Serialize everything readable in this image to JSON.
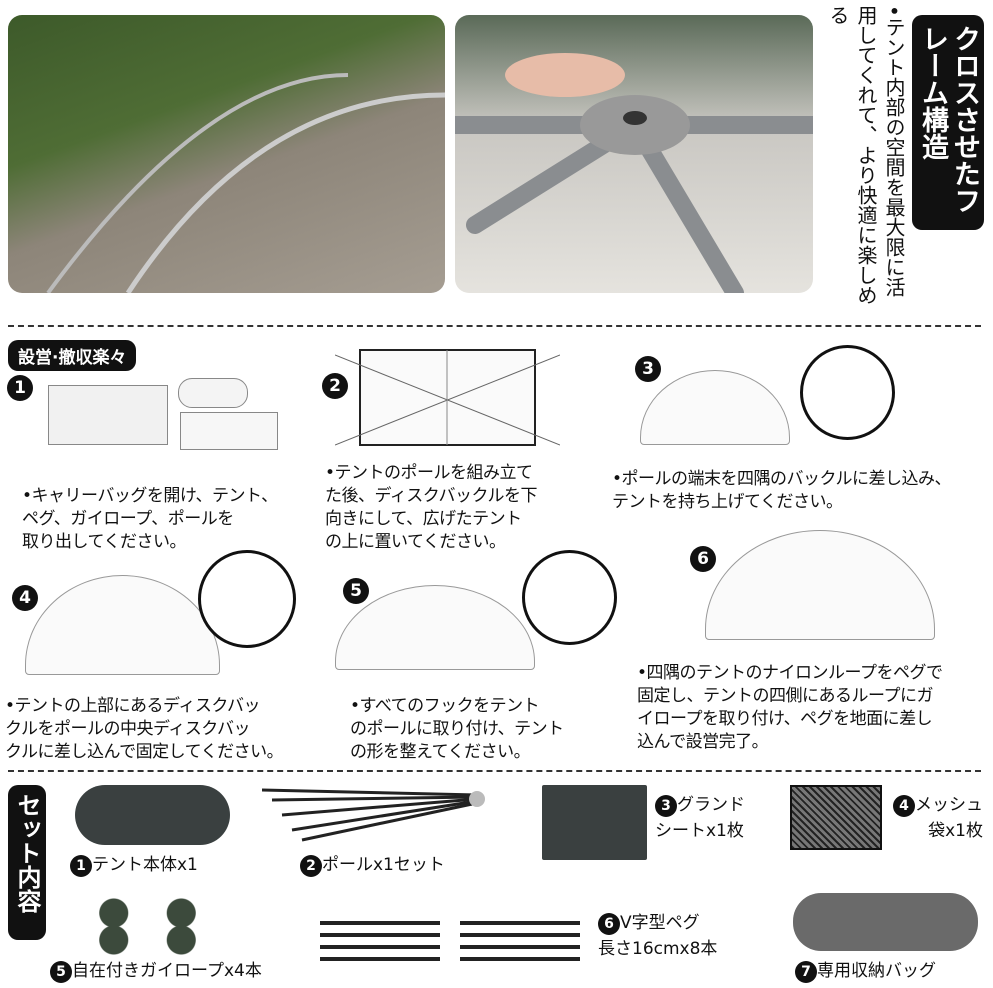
{
  "feature": {
    "title": "クロスさせたフレーム構造",
    "description": "•テント内部の空間を最大限に活用してくれて、より快適に楽しめる"
  },
  "setup": {
    "label": "設営·撤収楽々",
    "steps": [
      {
        "number": "1",
        "text": "•キャリーバッグを開け、テント、\nペグ、ガイロープ、ポールを\n取り出してください。"
      },
      {
        "number": "2",
        "text": "•テントのポールを組み立て\nた後、ディスクバックルを下\n向きにして、広げたテント\nの上に置いてください。"
      },
      {
        "number": "3",
        "text": "•ポールの端末を四隅のバックルに差し込み、\nテントを持ち上げてください。"
      },
      {
        "number": "4",
        "text": "•テントの上部にあるディスクバッ\nクルをポールの中央ディスクバッ\nクルに差し込んで固定してください。"
      },
      {
        "number": "5",
        "text": "•すべてのフックをテント\nのポールに取り付け、テント\nの形を整えてください。"
      },
      {
        "number": "6",
        "text": "•四隅のテントのナイロンループをペグで\n固定し、テントの四側にあるループにガ\nイロープを取り付け、ペグを地面に差し\n込んで設営完了。"
      }
    ]
  },
  "contents": {
    "label": "セット内容",
    "items": [
      {
        "number": "1",
        "text": "テント本体x1"
      },
      {
        "number": "2",
        "text": "ポールx1セット"
      },
      {
        "number": "3",
        "text": "グランド\nシートx1枚"
      },
      {
        "number": "4",
        "text": "メッシュ\n袋x1枚"
      },
      {
        "number": "5",
        "text": "自在付きガイロープx4本"
      },
      {
        "number": "6",
        "text": "V字型ペグ\n長さ16cmx8本"
      },
      {
        "number": "7",
        "text": "専用収納バッグ"
      }
    ]
  }
}
